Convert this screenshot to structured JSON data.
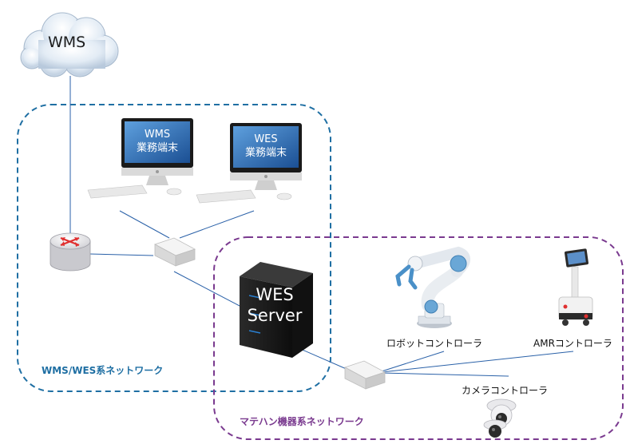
{
  "cloud": {
    "label": "WMS"
  },
  "terminals": [
    {
      "line1": "WMS",
      "line2": "業務端末"
    },
    {
      "line1": "WES",
      "line2": "業務端末"
    }
  ],
  "server": {
    "line1": "WES",
    "line2": "Server"
  },
  "devices": {
    "robot": "ロボットコントローラ",
    "amr": "AMRコントローラ",
    "camera": "カメラコントローラ"
  },
  "networks": {
    "wms_wes": {
      "label": "WMS/WES系ネットワーク",
      "color": "#1f6fa3"
    },
    "matehan": {
      "label": "マテハン機器系ネットワーク",
      "color": "#7a3a8f"
    }
  },
  "colors": {
    "link": "#2a61a8",
    "router_arrow": "#e03030",
    "monitor_screen": "#2f6fb5"
  }
}
